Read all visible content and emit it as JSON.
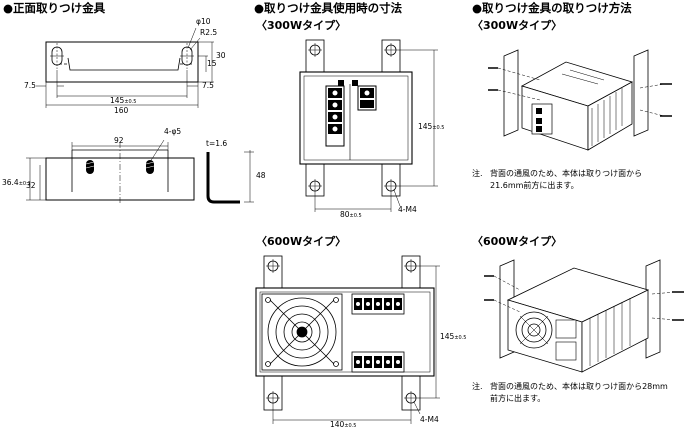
{
  "headings": {
    "front_bracket": "●正面取りつけ金具",
    "dims_in_use": "●取りつけ金具使用時の寸法",
    "mount_method": "●取りつけ金具の取りつけ方法"
  },
  "subheadings": {
    "w300_dims": "〈300Wタイプ〉",
    "w300_method": "〈300Wタイプ〉",
    "w600_dims": "〈600Wタイプ〉",
    "w600_method": "〈600Wタイプ〉"
  },
  "bracket_dims": {
    "phi10": "φ10",
    "r25": "R2.5",
    "d30": "30",
    "d15": "15",
    "d75_left": "7.5",
    "d75_right": "7.5",
    "d145_prefix": "145",
    "d145_tol": "±0.5",
    "d160": "160",
    "d92": "92",
    "d4phi5": "4-φ5",
    "t16": "t=1.6",
    "d48": "48",
    "d364_prefix": "36.4",
    "d364_tol": "±0.2",
    "d32": "32"
  },
  "w300_dims": {
    "h145_prefix": "145",
    "h145_tol": "±0.5",
    "w80_prefix": "80",
    "w80_tol": "±0.5",
    "m4": "4-M4"
  },
  "w600_dims": {
    "h145_prefix": "145",
    "h145_tol": "±0.5",
    "w140_prefix": "140",
    "w140_tol": "±0.5",
    "m4": "4-M4"
  },
  "notes": {
    "w300_label": "注.",
    "w300_line1": "背面の通風のため、本体は取りつけ面から",
    "w300_line2": "21.6mm前方に出ます。",
    "w600_label": "注.",
    "w600_line1": "背面の通風のため、本体は取りつけ面から28mm",
    "w600_line2": "前方に出ます。"
  }
}
